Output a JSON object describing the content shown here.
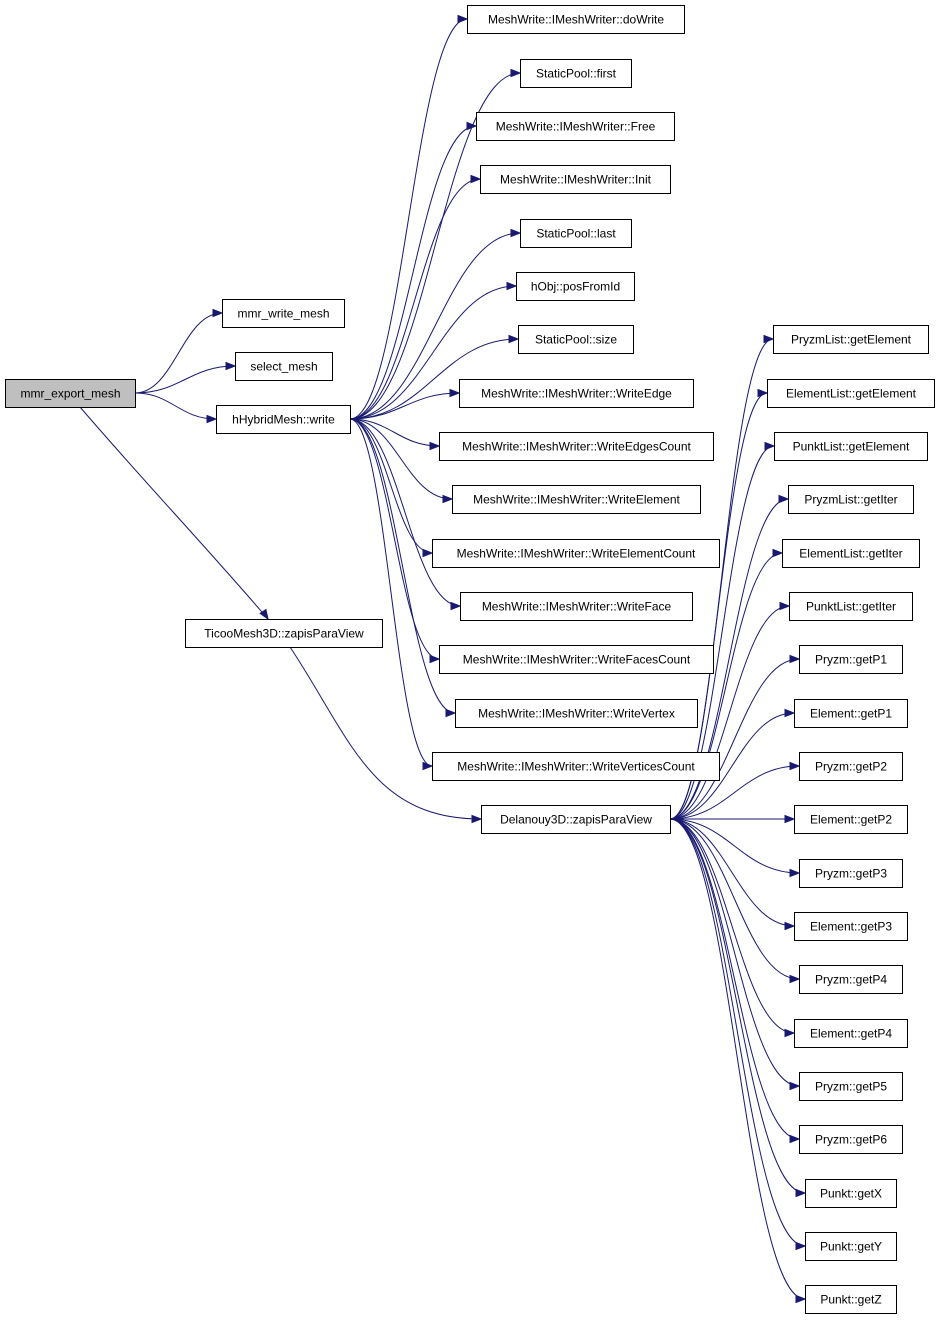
{
  "nodes": [
    {
      "id": "mmr_export_mesh",
      "label": "mmr_export_mesh",
      "root": true
    },
    {
      "id": "mmr_write_mesh",
      "label": "mmr_write_mesh"
    },
    {
      "id": "select_mesh",
      "label": "select_mesh"
    },
    {
      "id": "hhybrid_write",
      "label": "hHybridMesh::write"
    },
    {
      "id": "ticoo_zapis",
      "label": "TicooMesh3D::zapisParaView"
    },
    {
      "id": "dowrite",
      "label": "MeshWrite::IMeshWriter::doWrite"
    },
    {
      "id": "sp_first",
      "label": "StaticPool::first"
    },
    {
      "id": "free",
      "label": "MeshWrite::IMeshWriter::Free"
    },
    {
      "id": "init",
      "label": "MeshWrite::IMeshWriter::Init"
    },
    {
      "id": "sp_last",
      "label": "StaticPool::last"
    },
    {
      "id": "posfromid",
      "label": "hObj::posFromId"
    },
    {
      "id": "sp_size",
      "label": "StaticPool::size"
    },
    {
      "id": "writeedge",
      "label": "MeshWrite::IMeshWriter::WriteEdge"
    },
    {
      "id": "writeedgescount",
      "label": "MeshWrite::IMeshWriter::WriteEdgesCount"
    },
    {
      "id": "writeelement",
      "label": "MeshWrite::IMeshWriter::WriteElement"
    },
    {
      "id": "writeelementcount",
      "label": "MeshWrite::IMeshWriter::WriteElementCount"
    },
    {
      "id": "writeface",
      "label": "MeshWrite::IMeshWriter::WriteFace"
    },
    {
      "id": "writefacescount",
      "label": "MeshWrite::IMeshWriter::WriteFacesCount"
    },
    {
      "id": "writevertex",
      "label": "MeshWrite::IMeshWriter::WriteVertex"
    },
    {
      "id": "writeverticescount",
      "label": "MeshWrite::IMeshWriter::WriteVerticesCount"
    },
    {
      "id": "delanouy_zapis",
      "label": "Delanouy3D::zapisParaView"
    },
    {
      "id": "pryzmlist_getelement",
      "label": "PryzmList::getElement"
    },
    {
      "id": "elementlist_getelement",
      "label": "ElementList::getElement"
    },
    {
      "id": "punktlist_getelement",
      "label": "PunktList::getElement"
    },
    {
      "id": "pryzmlist_getiter",
      "label": "PryzmList::getIter"
    },
    {
      "id": "elementlist_getiter",
      "label": "ElementList::getIter"
    },
    {
      "id": "punktlist_getiter",
      "label": "PunktList::getIter"
    },
    {
      "id": "pryzm_getp1",
      "label": "Pryzm::getP1"
    },
    {
      "id": "element_getp1",
      "label": "Element::getP1"
    },
    {
      "id": "pryzm_getp2",
      "label": "Pryzm::getP2"
    },
    {
      "id": "element_getp2",
      "label": "Element::getP2"
    },
    {
      "id": "pryzm_getp3",
      "label": "Pryzm::getP3"
    },
    {
      "id": "element_getp3",
      "label": "Element::getP3"
    },
    {
      "id": "pryzm_getp4",
      "label": "Pryzm::getP4"
    },
    {
      "id": "element_getp4",
      "label": "Element::getP4"
    },
    {
      "id": "pryzm_getp5",
      "label": "Pryzm::getP5"
    },
    {
      "id": "pryzm_getp6",
      "label": "Pryzm::getP6"
    },
    {
      "id": "punkt_getx",
      "label": "Punkt::getX"
    },
    {
      "id": "punkt_gety",
      "label": "Punkt::getY"
    },
    {
      "id": "punkt_getz",
      "label": "Punkt::getZ"
    }
  ],
  "edges": [
    [
      "mmr_export_mesh",
      "mmr_write_mesh"
    ],
    [
      "mmr_export_mesh",
      "select_mesh"
    ],
    [
      "mmr_export_mesh",
      "hhybrid_write"
    ],
    [
      "mmr_export_mesh",
      "ticoo_zapis"
    ],
    [
      "hhybrid_write",
      "dowrite"
    ],
    [
      "hhybrid_write",
      "sp_first"
    ],
    [
      "hhybrid_write",
      "free"
    ],
    [
      "hhybrid_write",
      "init"
    ],
    [
      "hhybrid_write",
      "sp_last"
    ],
    [
      "hhybrid_write",
      "posfromid"
    ],
    [
      "hhybrid_write",
      "sp_size"
    ],
    [
      "hhybrid_write",
      "writeedge"
    ],
    [
      "hhybrid_write",
      "writeedgescount"
    ],
    [
      "hhybrid_write",
      "writeelement"
    ],
    [
      "hhybrid_write",
      "writeelementcount"
    ],
    [
      "hhybrid_write",
      "writeface"
    ],
    [
      "hhybrid_write",
      "writefacescount"
    ],
    [
      "hhybrid_write",
      "writevertex"
    ],
    [
      "hhybrid_write",
      "writeverticescount"
    ],
    [
      "ticoo_zapis",
      "delanouy_zapis"
    ],
    [
      "delanouy_zapis",
      "pryzmlist_getelement"
    ],
    [
      "delanouy_zapis",
      "elementlist_getelement"
    ],
    [
      "delanouy_zapis",
      "punktlist_getelement"
    ],
    [
      "delanouy_zapis",
      "pryzmlist_getiter"
    ],
    [
      "delanouy_zapis",
      "elementlist_getiter"
    ],
    [
      "delanouy_zapis",
      "punktlist_getiter"
    ],
    [
      "delanouy_zapis",
      "pryzm_getp1"
    ],
    [
      "delanouy_zapis",
      "element_getp1"
    ],
    [
      "delanouy_zapis",
      "pryzm_getp2"
    ],
    [
      "delanouy_zapis",
      "element_getp2"
    ],
    [
      "delanouy_zapis",
      "pryzm_getp3"
    ],
    [
      "delanouy_zapis",
      "element_getp3"
    ],
    [
      "delanouy_zapis",
      "pryzm_getp4"
    ],
    [
      "delanouy_zapis",
      "element_getp4"
    ],
    [
      "delanouy_zapis",
      "pryzm_getp5"
    ],
    [
      "delanouy_zapis",
      "pryzm_getp6"
    ],
    [
      "delanouy_zapis",
      "punkt_getx"
    ],
    [
      "delanouy_zapis",
      "punkt_gety"
    ],
    [
      "delanouy_zapis",
      "punkt_getz"
    ]
  ],
  "colors": {
    "edge": "#191970",
    "root_fill": "#bfbfbf",
    "node_fill": "#ffffff",
    "node_stroke": "#000000"
  }
}
